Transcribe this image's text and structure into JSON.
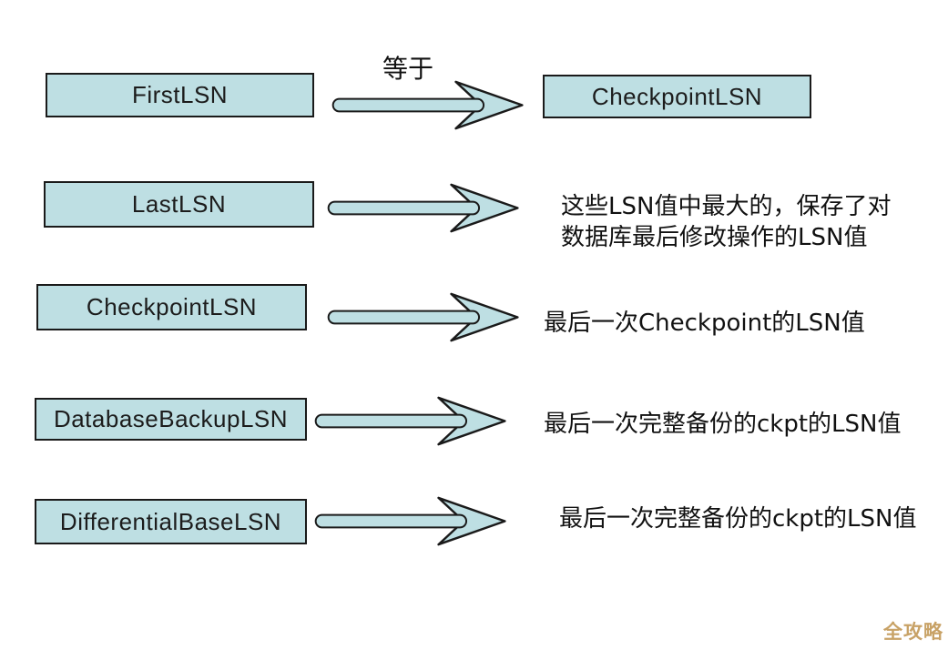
{
  "colors": {
    "page_background": "#ffffff",
    "box_fill": "#bedfe3",
    "box_border": "#1a1a1a",
    "arrow_fill": "#bedfe3",
    "arrow_outline": "#1a1a1a",
    "text": "#111111",
    "watermark": "#c8a266"
  },
  "rows": [
    {
      "source": "FirstLSN",
      "arrow_label": "等于",
      "target": "CheckpointLSN"
    },
    {
      "source": "LastLSN",
      "description": "这些LSN值中最大的，保存了对\n数据库最后修改操作的LSN值"
    },
    {
      "source": "CheckpointLSN",
      "description": "最后一次Checkpoint的LSN值"
    },
    {
      "source": "DatabaseBackupLSN",
      "description": "最后一次完整备份的ckpt的LSN值"
    },
    {
      "source": "DifferentialBaseLSN",
      "description": "最后一次完整备份的ckpt的LSN值"
    }
  ],
  "watermark": {
    "text": "全攻略"
  }
}
